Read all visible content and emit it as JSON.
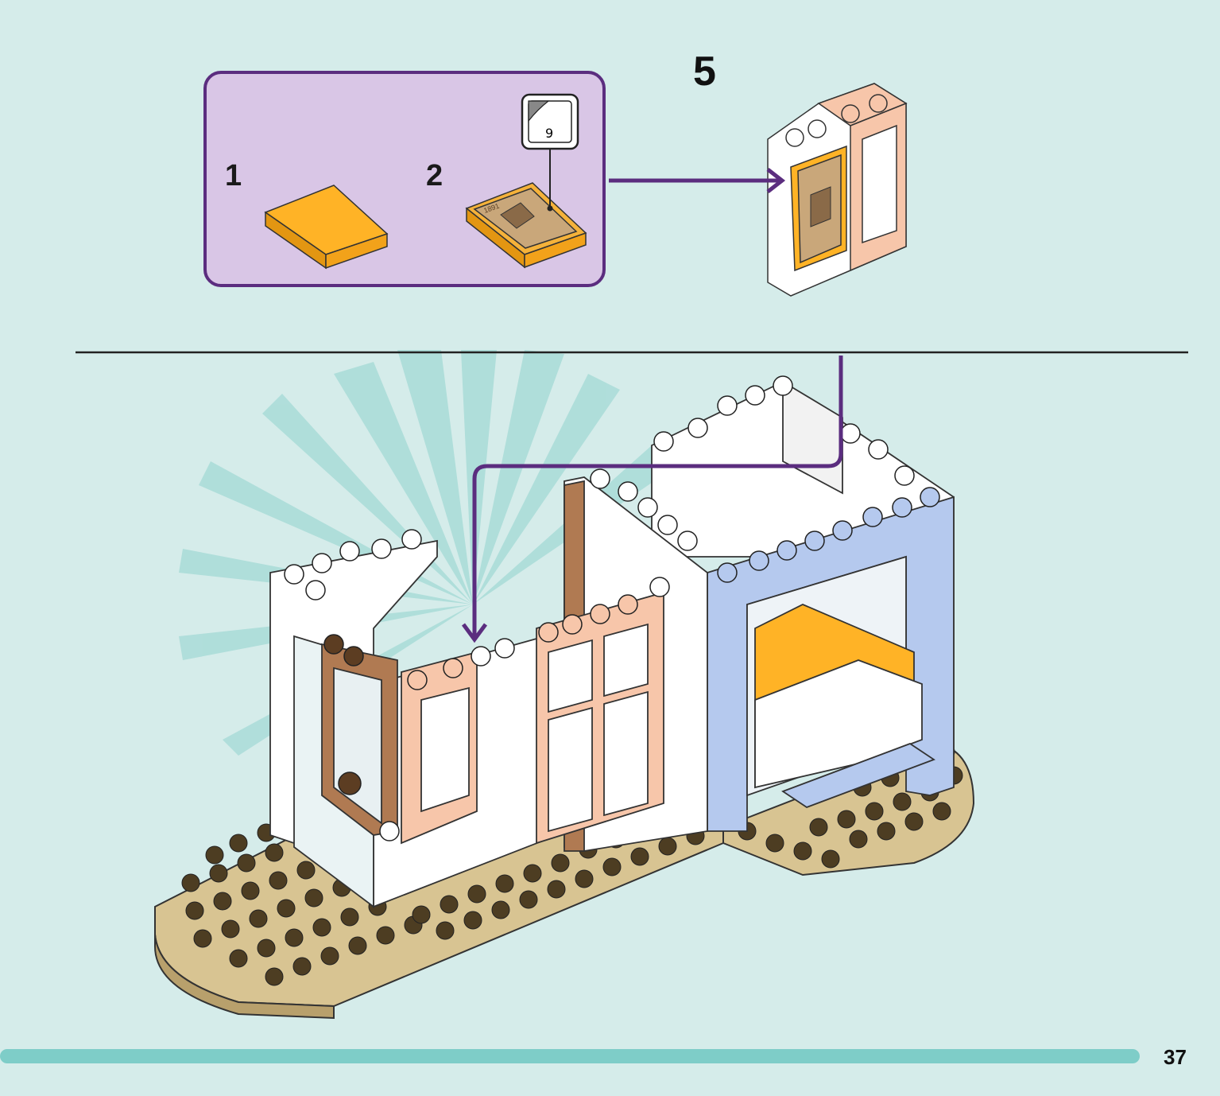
{
  "step": {
    "number": "5"
  },
  "callout": {
    "substeps": [
      {
        "number": "1",
        "part": "orange-tile-2x3"
      },
      {
        "number": "2",
        "part": "printed-tile-2x3-with-sticker"
      }
    ],
    "sticker": {
      "number": "9"
    },
    "printed_tile_text": "1891"
  },
  "page": {
    "number": "37"
  },
  "colors": {
    "background": "#d5ecea",
    "callout_fill": "#d9c6e6",
    "arrow": "#5b2d7f",
    "progress_bar": "#7ecdc8",
    "baseplate": "#d8c492",
    "white_brick": "#ffffff",
    "blue_brick": "#b5c9ee",
    "peach_brick": "#f7c6aa",
    "brown_door": "#b07a52",
    "orange_tile": "#ffb326"
  }
}
